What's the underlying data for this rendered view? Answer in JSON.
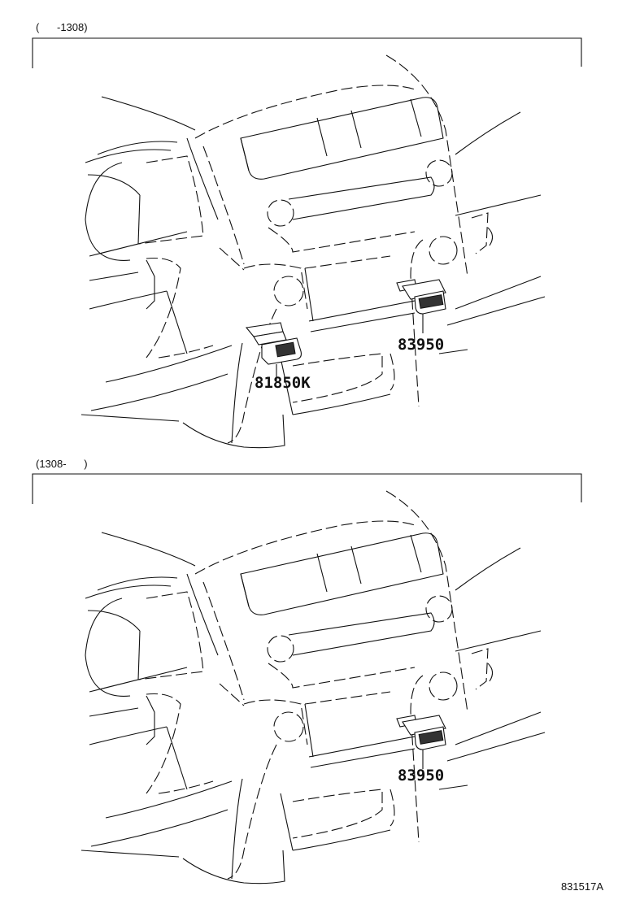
{
  "panels": [
    {
      "range_label": "(      -1308)",
      "parts": [
        {
          "number": "81850K",
          "switch": "left"
        },
        {
          "number": "83950",
          "switch": "right"
        }
      ]
    },
    {
      "range_label": "(1308-      )",
      "parts": [
        {
          "number": "83950",
          "switch": "right"
        }
      ]
    }
  ],
  "illustration_code": "831517A"
}
